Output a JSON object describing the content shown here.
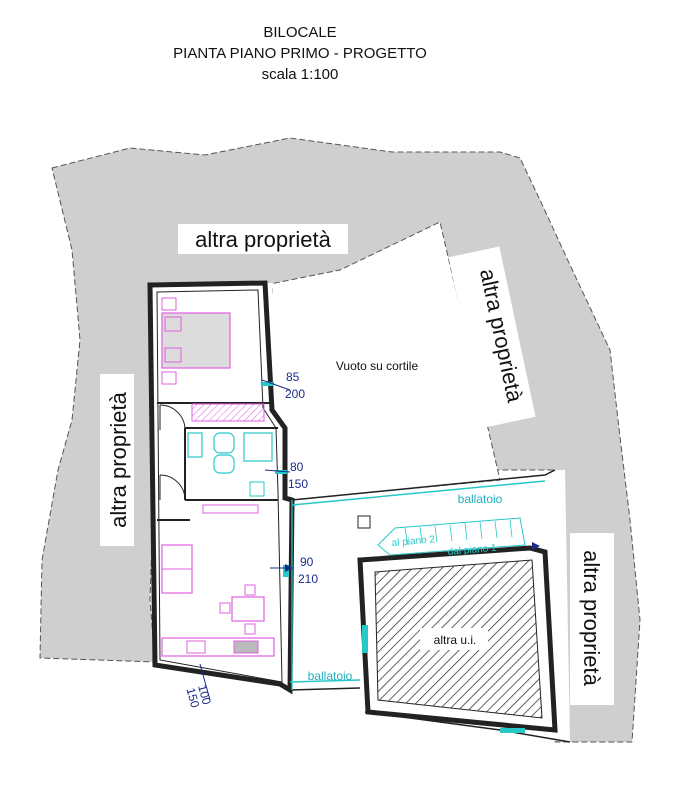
{
  "title": {
    "line1": "BILOCALE",
    "line2": "PIANTA PIANO PRIMO - PROGETTO",
    "line3": "scala 1:100"
  },
  "labels": {
    "neighbor_top": "altra proprietà",
    "neighbor_right_upper": "altra proprietà",
    "neighbor_left": "altra proprietà",
    "neighbor_right_lower": "altra proprietà",
    "courtyard_void": "Vuoto su cortile",
    "balcony_upper": "ballatoio",
    "balcony_lower": "ballatoio",
    "other_unit": "altra u.i.",
    "stair_up": "al piano 2",
    "stair_from": "dal piano 1"
  },
  "openings": [
    {
      "width": "85",
      "height": "200"
    },
    {
      "width": "80",
      "height": "150"
    },
    {
      "width": "90",
      "height": "210"
    },
    {
      "width": "100",
      "height": "150"
    }
  ],
  "colors": {
    "neighbor_fill": "#cfcfcf",
    "wall_fill": "#ffffff",
    "wall_stroke": "#222222",
    "furniture": "#e060e0",
    "bathroom": "#28c8c8",
    "dimension_text": "#1a2a8a",
    "balcony_text": "#20b0c0"
  }
}
